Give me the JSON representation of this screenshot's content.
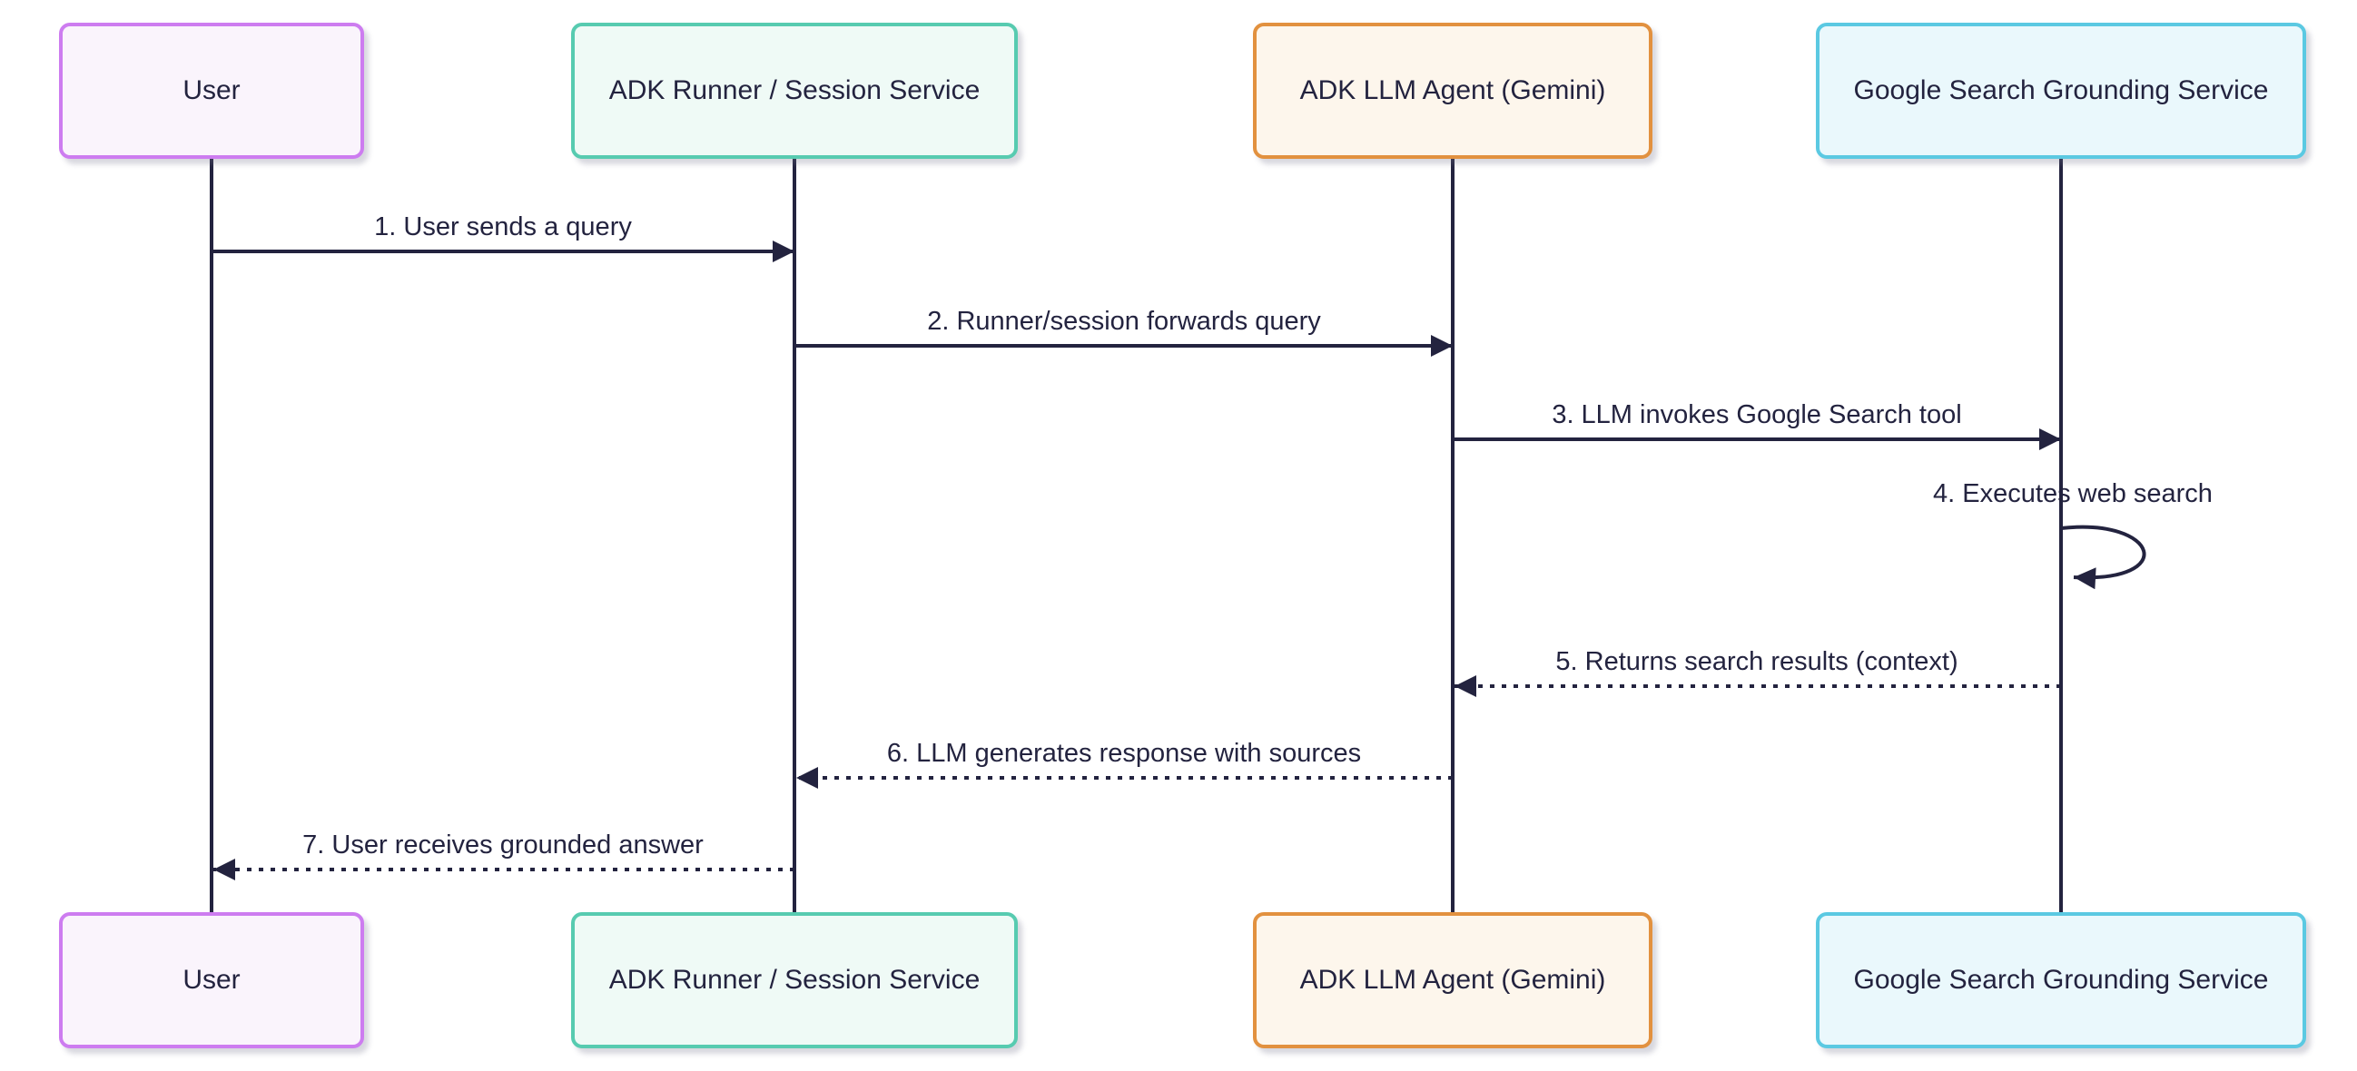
{
  "diagram": {
    "type": "sequence-diagram",
    "colors": {
      "line": "#23233f",
      "text": "#23233f",
      "background": "#ffffff"
    },
    "actors": [
      {
        "id": "user",
        "label": "User",
        "fill": "#faf4fc",
        "border": "#cd7cf0"
      },
      {
        "id": "runner",
        "label": "ADK Runner / Session Service",
        "fill": "#effaf6",
        "border": "#57cbb0"
      },
      {
        "id": "llm",
        "label": "ADK LLM Agent (Gemini)",
        "fill": "#fdf6ec",
        "border": "#e2913f"
      },
      {
        "id": "google",
        "label": "Google Search Grounding Service",
        "fill": "#eaf8fc",
        "border": "#5bc9e2"
      }
    ],
    "messages": [
      {
        "seq": 1,
        "label": "1. User sends a query",
        "from": "user",
        "to": "runner",
        "line": "solid",
        "kind": "message"
      },
      {
        "seq": 2,
        "label": "2. Runner/session forwards query",
        "from": "runner",
        "to": "llm",
        "line": "solid",
        "kind": "message"
      },
      {
        "seq": 3,
        "label": "3. LLM invokes Google Search tool",
        "from": "llm",
        "to": "google",
        "line": "solid",
        "kind": "message"
      },
      {
        "seq": 4,
        "label": "4. Executes web search",
        "from": "google",
        "to": "google",
        "line": "solid",
        "kind": "self-loop"
      },
      {
        "seq": 5,
        "label": "5. Returns search results (context)",
        "from": "google",
        "to": "llm",
        "line": "dotted",
        "kind": "reply"
      },
      {
        "seq": 6,
        "label": "6. LLM generates response with sources",
        "from": "llm",
        "to": "runner",
        "line": "dotted",
        "kind": "reply"
      },
      {
        "seq": 7,
        "label": "7. User receives grounded answer",
        "from": "runner",
        "to": "user",
        "line": "dotted",
        "kind": "reply"
      }
    ]
  }
}
